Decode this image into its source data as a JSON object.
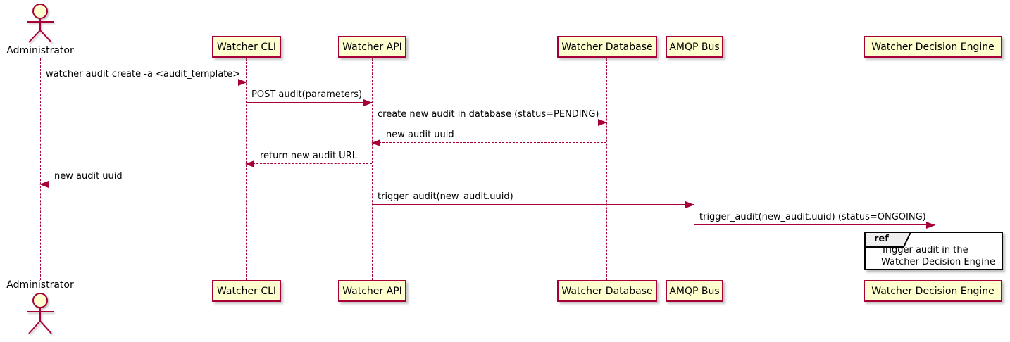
{
  "diagram_type": "sequence-diagram",
  "participants": [
    {
      "id": "administrator",
      "label": "Administrator",
      "kind": "actor"
    },
    {
      "id": "watcher-cli",
      "label": "Watcher CLI",
      "kind": "participant"
    },
    {
      "id": "watcher-api",
      "label": "Watcher API",
      "kind": "participant"
    },
    {
      "id": "watcher-database",
      "label": "Watcher Database",
      "kind": "participant"
    },
    {
      "id": "amqp-bus",
      "label": "AMQP Bus",
      "kind": "participant"
    },
    {
      "id": "watcher-decision-engine",
      "label": "Watcher Decision Engine",
      "kind": "participant"
    }
  ],
  "messages": [
    {
      "from": "Administrator",
      "to": "Watcher CLI",
      "label": "watcher audit create -a <audit_template>",
      "line": "solid",
      "direction": "right"
    },
    {
      "from": "Watcher CLI",
      "to": "Watcher API",
      "label": "POST audit(parameters)",
      "line": "solid",
      "direction": "right"
    },
    {
      "from": "Watcher API",
      "to": "Watcher Database",
      "label": "create new audit in database (status=PENDING)",
      "line": "solid",
      "direction": "right"
    },
    {
      "from": "Watcher Database",
      "to": "Watcher API",
      "label": "new audit uuid",
      "line": "dashed",
      "direction": "left"
    },
    {
      "from": "Watcher API",
      "to": "Watcher CLI",
      "label": "return new audit URL",
      "line": "dashed",
      "direction": "left"
    },
    {
      "from": "Watcher CLI",
      "to": "Administrator",
      "label": "new audit uuid",
      "line": "dashed",
      "direction": "left"
    },
    {
      "from": "Watcher API",
      "to": "AMQP Bus",
      "label": "trigger_audit(new_audit.uuid)",
      "line": "solid",
      "direction": "right"
    },
    {
      "from": "AMQP Bus",
      "to": "Watcher Decision Engine",
      "label": "trigger_audit(new_audit.uuid) (status=ONGOING)",
      "line": "solid",
      "direction": "right"
    }
  ],
  "ref_fragment": {
    "keyword": "ref",
    "over": "Watcher Decision Engine",
    "lines": [
      "Trigger audit in the",
      "Watcher Decision Engine"
    ]
  },
  "colors": {
    "participant_fill": "#FEFECE",
    "stroke": "#A80036",
    "text": "#000000",
    "ref_tab_fill": "#EEEEEE",
    "ref_border": "#000000",
    "background": "#FFFFFF"
  }
}
